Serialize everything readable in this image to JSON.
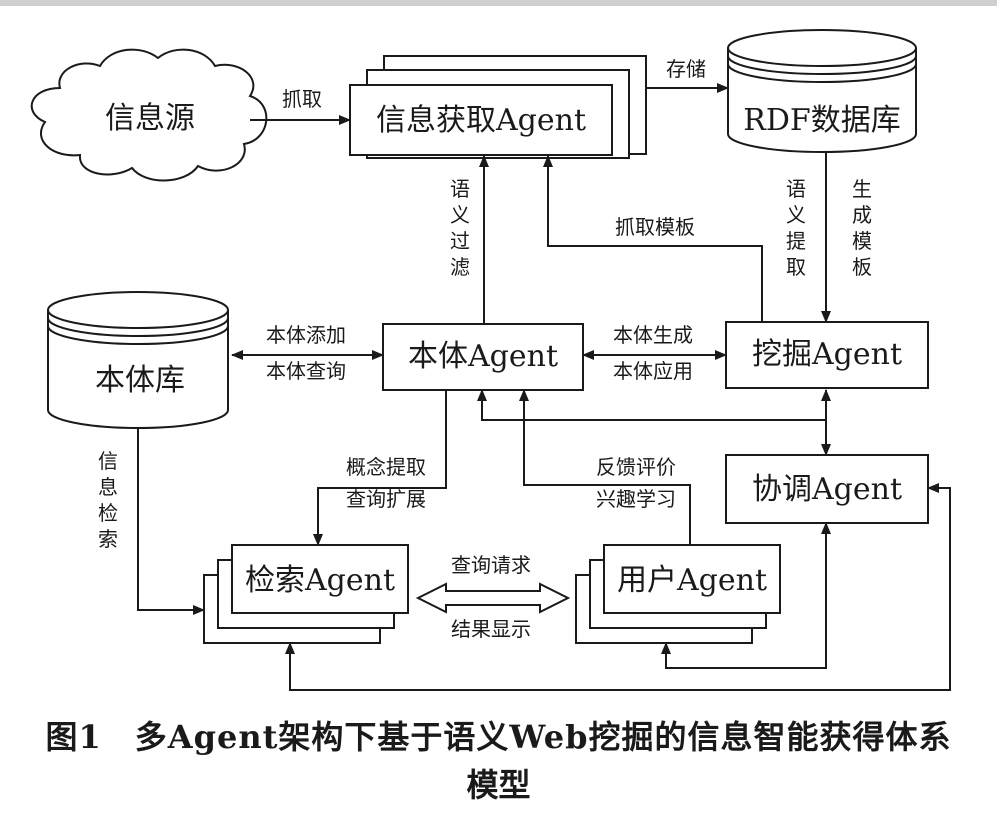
{
  "nodes": {
    "info_source": "信息源",
    "info_agent": "信息获取Agent",
    "rdf_db": "RDF数据库",
    "ontology_db": "本体库",
    "ontology_agent": "本体Agent",
    "mining_agent": "挖掘Agent",
    "coord_agent": "协调Agent",
    "search_agent": "检索Agent",
    "user_agent": "用户Agent"
  },
  "edges": {
    "crawl": "抓取",
    "store": "存储",
    "semantic_filter": [
      "语",
      "义",
      "过",
      "滤"
    ],
    "crawl_template": "抓取模板",
    "semantic_extract": [
      "语",
      "义",
      "提",
      "取"
    ],
    "gen_template": [
      "生",
      "成",
      "模",
      "板"
    ],
    "onto_add": "本体添加",
    "onto_query": "本体查询",
    "onto_gen": "本体生成",
    "onto_apply": "本体应用",
    "info_retrieval": [
      "信",
      "息",
      "检",
      "索"
    ],
    "concept_extract": "概念提取",
    "query_expand": "查询扩展",
    "feedback_eval": "反馈评价",
    "interest_learn": "兴趣学习",
    "query_request": "查询请求",
    "result_display": "结果显示"
  },
  "caption": {
    "line1": "图1　多Agent架构下基于语义Web挖掘的信息智能获得体系",
    "line2": "模型"
  }
}
